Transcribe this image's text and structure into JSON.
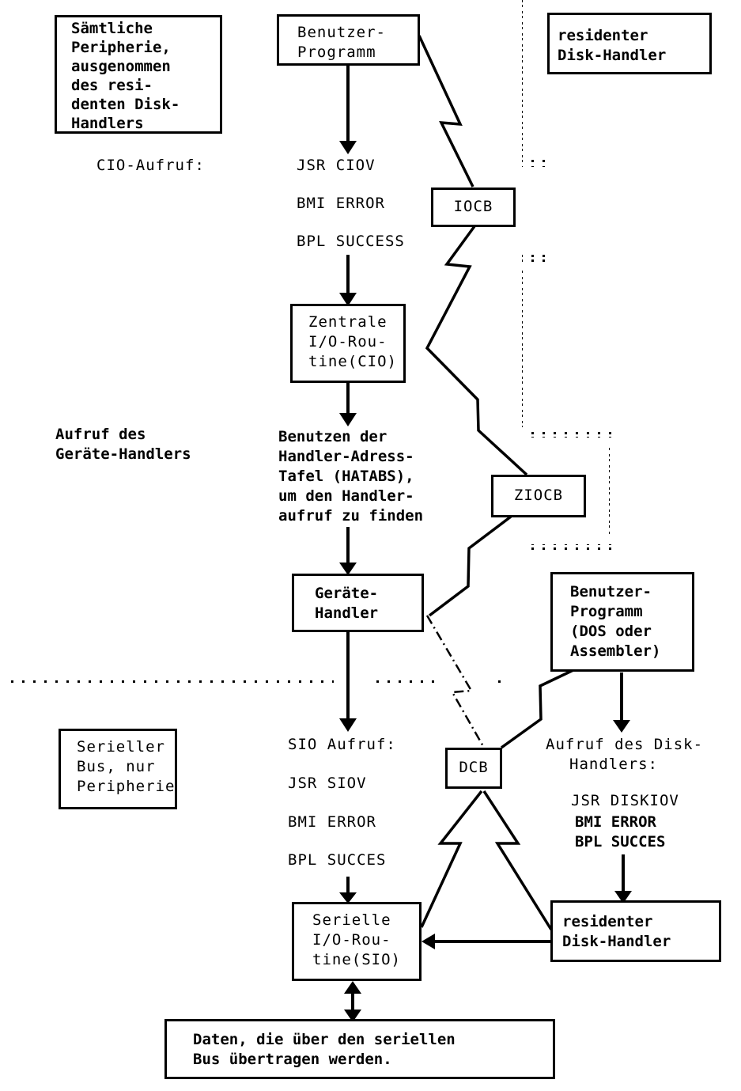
{
  "boxes": {
    "peripherals_except_disk": [
      "Sämtliche",
      "Peripherie,",
      "ausgenommen",
      "des resi-",
      "denten Disk-",
      "Handlers"
    ],
    "user_program_top": [
      "Benutzer-",
      "Programm"
    ],
    "resident_disk_handler_top": [
      "residenter",
      "Disk-Handler"
    ],
    "iocb": "IOCB",
    "cio": [
      "Zentrale",
      "I/O-Rou-",
      "tine(CIO)"
    ],
    "ziocb": "ZIOCB",
    "device_handler": [
      "Geräte-",
      "Handler"
    ],
    "user_program_dos": [
      "Benutzer-",
      "Programm",
      "(DOS oder",
      "Assembler)"
    ],
    "serial_bus_only": [
      "Serieller",
      "Bus, nur",
      "Peripherie"
    ],
    "dcb": "DCB",
    "sio": [
      "Serielle",
      "I/O-Rou-",
      "tine(SIO)"
    ],
    "resident_disk_handler_bottom": [
      "residenter",
      "Disk-Handler"
    ],
    "serial_data": [
      "Daten, die über den seriellen",
      "Bus übertragen werden."
    ]
  },
  "labels": {
    "cio_call": "CIO-Aufruf:",
    "cio_code": [
      "JSR CIOV",
      "BMI ERROR",
      "BPL SUCCESS"
    ],
    "device_handler_call": [
      "Aufruf des",
      "Geräte-Handlers"
    ],
    "hatabs_note": [
      "Benutzen der",
      "Handler-Adress-",
      "Tafel (HATABS),",
      "um den Handler-",
      "aufruf zu finden"
    ],
    "sio_call": "SIO Aufruf:",
    "sio_code": [
      "JSR SIOV",
      "BMI ERROR",
      "BPL SUCCES"
    ],
    "disk_handler_call": [
      "Aufruf des Disk-",
      "Handlers:"
    ],
    "disk_code": [
      "JSR DISKIOV",
      "BMI ERROR",
      "BPL SUCCES"
    ]
  }
}
